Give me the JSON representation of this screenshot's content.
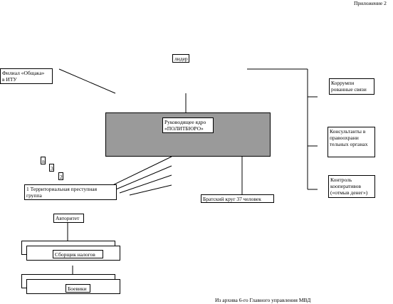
{
  "appendix_label": "Приложение 2",
  "leader": "лидер",
  "branch": {
    "line1": "Филиал «Общака»",
    "line2": "в ИТУ"
  },
  "core": {
    "line1": "Руководящее ядро",
    "line2": "«ПОЛИТБЮРО»"
  },
  "corrupt_ties": {
    "line1": "Коррумпи",
    "line2": "рованные связи"
  },
  "consultants": {
    "line1": "Консультанты в",
    "line2": "правоохрани",
    "line3": "тельных органах"
  },
  "coop_control": {
    "line1": "Контроль",
    "line2": "кооперативов",
    "line3": "(«отмыв денег»)"
  },
  "brotherhood": "Братский круг  37 человек",
  "markers": {
    "m1": "n",
    "m2": "3",
    "m3": "2"
  },
  "territorial": {
    "line1": "1    Территориальная преступная",
    "line2": "группа"
  },
  "authority": "Авторитет",
  "tax_collector": "Сборщик налогов",
  "fighters": "Боевики",
  "source_note": "Из архива 6-го Главного управления МВД",
  "colors": {
    "core_fill": "#9a9a9a",
    "line": "#000000"
  }
}
